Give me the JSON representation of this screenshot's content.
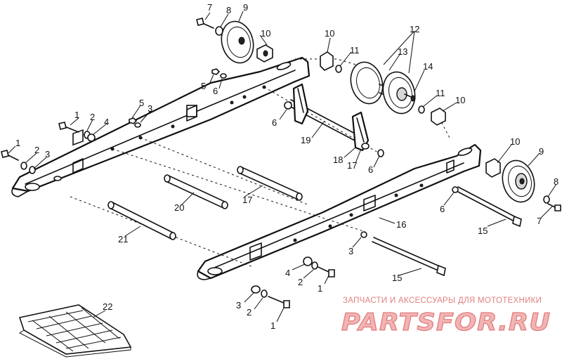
{
  "callouts": [
    {
      "label": "7"
    },
    {
      "label": "8"
    },
    {
      "label": "9"
    },
    {
      "label": "10"
    },
    {
      "label": "10"
    },
    {
      "label": "11"
    },
    {
      "label": "12"
    },
    {
      "label": "13"
    },
    {
      "label": "14"
    },
    {
      "label": "11"
    },
    {
      "label": "10"
    },
    {
      "label": "5"
    },
    {
      "label": "6"
    },
    {
      "label": "5"
    },
    {
      "label": "3"
    },
    {
      "label": "1"
    },
    {
      "label": "2"
    },
    {
      "label": "4"
    },
    {
      "label": "1"
    },
    {
      "label": "2"
    },
    {
      "label": "3"
    },
    {
      "label": "6"
    },
    {
      "label": "19"
    },
    {
      "label": "18"
    },
    {
      "label": "17"
    },
    {
      "label": "6"
    },
    {
      "label": "10"
    },
    {
      "label": "9"
    },
    {
      "label": "8"
    },
    {
      "label": "7"
    },
    {
      "label": "6"
    },
    {
      "label": "15"
    },
    {
      "label": "20"
    },
    {
      "label": "17"
    },
    {
      "label": "16"
    },
    {
      "label": "21"
    },
    {
      "label": "3"
    },
    {
      "label": "4"
    },
    {
      "label": "2"
    },
    {
      "label": "1"
    },
    {
      "label": "15"
    },
    {
      "label": "3"
    },
    {
      "label": "2"
    },
    {
      "label": "1"
    },
    {
      "label": "22"
    }
  ],
  "watermark": {
    "caption": "ЗАПЧАСТИ И АКСЕССУАРЫ ДЛЯ МОТОТЕХНИКИ",
    "logo": "PARTSFOR.RU"
  },
  "colors": {
    "line": "#111111",
    "background": "#ffffff",
    "watermark_fill": "#f2b4b4",
    "watermark_stroke": "#e07c7c"
  }
}
